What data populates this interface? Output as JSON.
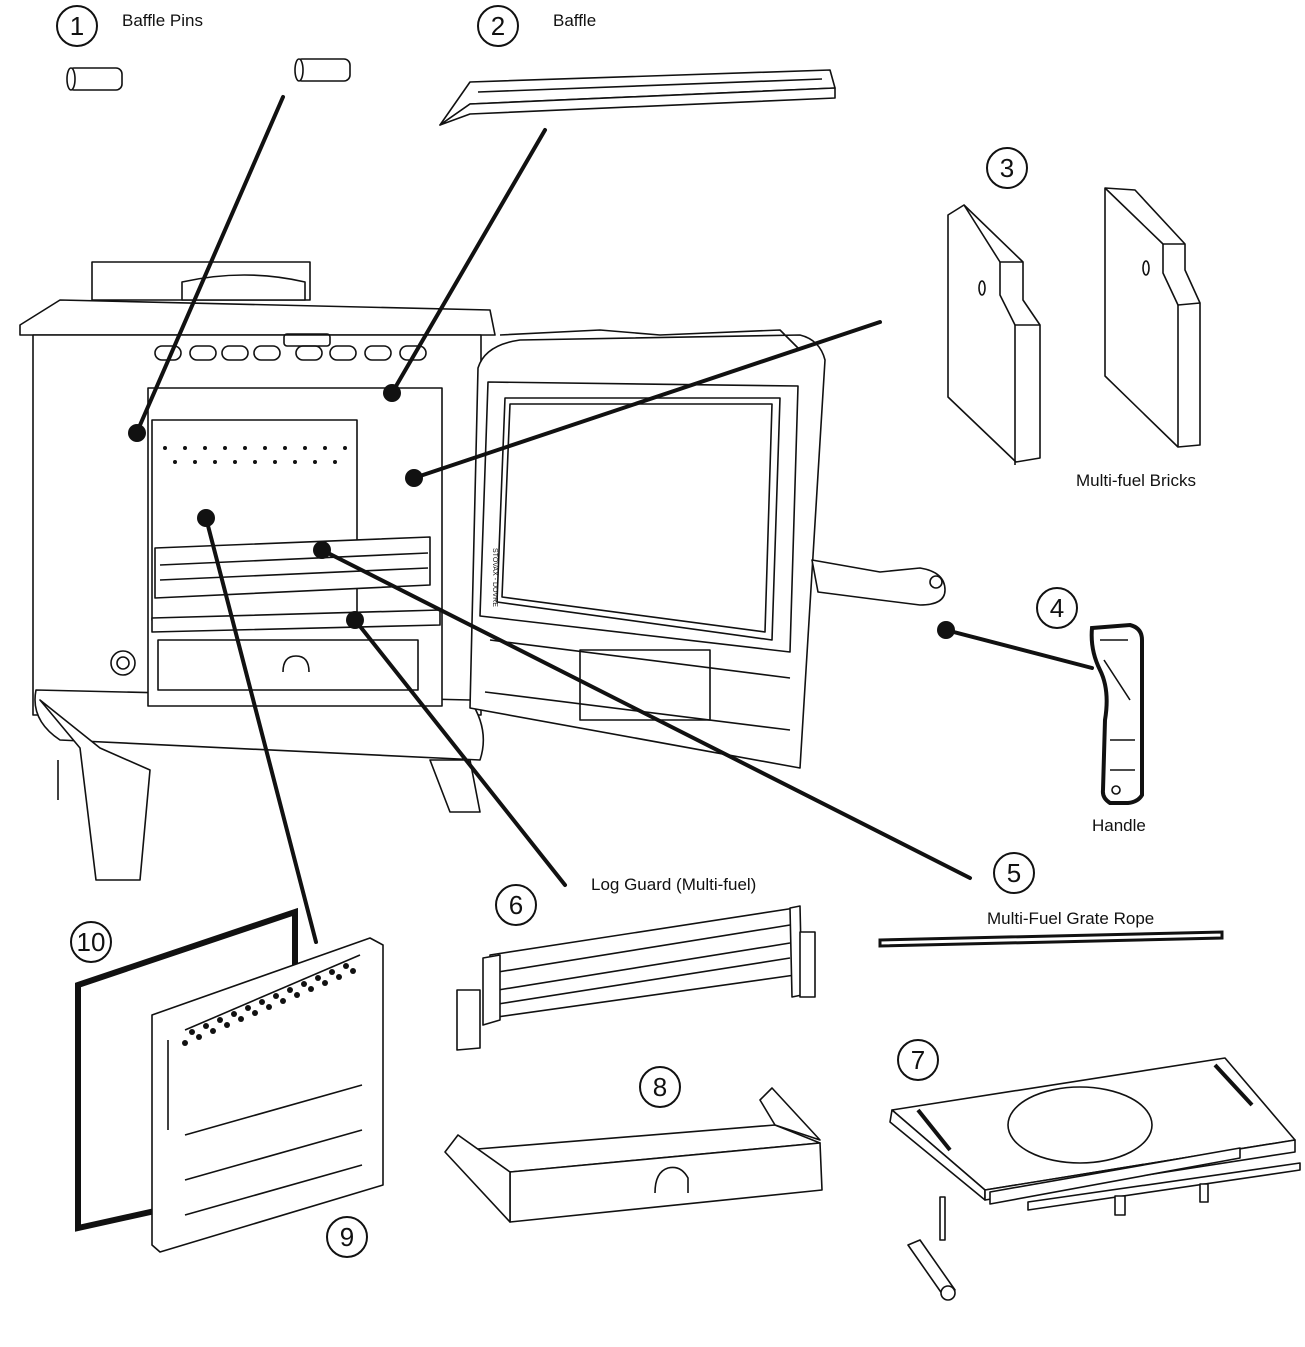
{
  "diagram": {
    "title": "Stove exploded parts diagram",
    "parts": [
      {
        "number": "1",
        "label": "Baffle Pins"
      },
      {
        "number": "2",
        "label": "Baffle"
      },
      {
        "number": "3",
        "label": "Multi-fuel Bricks"
      },
      {
        "number": "4",
        "label": "Handle"
      },
      {
        "number": "5",
        "label": "Multi-Fuel Grate Rope"
      },
      {
        "number": "6",
        "label": "Log Guard (Multi-fuel)"
      },
      {
        "number": "7",
        "label": ""
      },
      {
        "number": "8",
        "label": ""
      },
      {
        "number": "9",
        "label": ""
      },
      {
        "number": "10",
        "label": ""
      }
    ],
    "door_stamp": "STOVAX - DOVRE"
  }
}
